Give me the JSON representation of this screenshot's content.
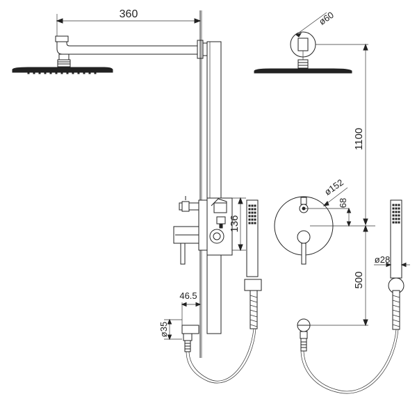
{
  "dimensions": {
    "arm_length": "360",
    "wall_flange_dia": "ø60",
    "riser_height": "1100",
    "valve_width": "136",
    "plate_dia": "ø152",
    "valve_offset": "68",
    "outlet_offset": "46.5",
    "outlet_dia": "ø35",
    "outlet_height": "500",
    "handset_dia": "ø28"
  },
  "colors": {
    "line": "#222222",
    "background": "#ffffff"
  }
}
